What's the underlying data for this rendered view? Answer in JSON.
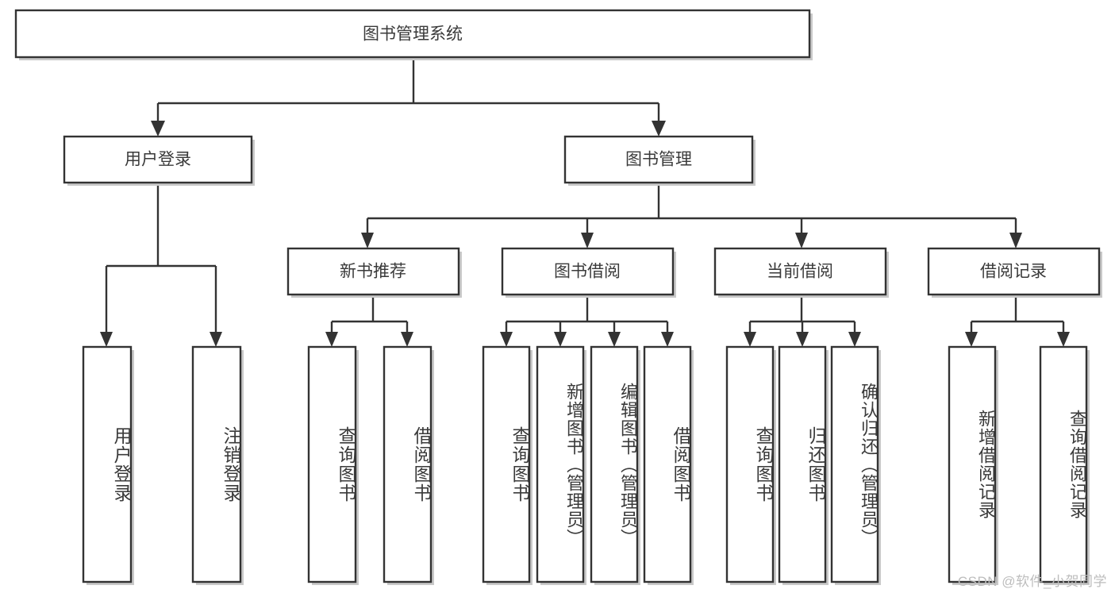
{
  "diagram": {
    "title": "图书管理系统",
    "type": "tree-hierarchy",
    "accent_color": "#333333",
    "box_fill": "#ffffff",
    "text_color": "#3a3a3a",
    "root": {
      "id": "root",
      "label": "图书管理系统",
      "orientation": "horizontal"
    },
    "level2": [
      {
        "id": "user-login",
        "label": "用户登录",
        "orientation": "horizontal"
      },
      {
        "id": "book-manage",
        "label": "图书管理",
        "orientation": "horizontal"
      }
    ],
    "level3": [
      {
        "id": "new-book-recommend",
        "label": "新书推荐",
        "orientation": "horizontal",
        "parent": "book-manage"
      },
      {
        "id": "book-borrow",
        "label": "图书借阅",
        "orientation": "horizontal",
        "parent": "book-manage"
      },
      {
        "id": "current-borrow",
        "label": "当前借阅",
        "orientation": "horizontal",
        "parent": "book-manage"
      },
      {
        "id": "borrow-record",
        "label": "借阅记录",
        "orientation": "horizontal",
        "parent": "book-manage"
      }
    ],
    "leaves": [
      {
        "id": "leaf-user-login",
        "label": "用户登录",
        "parent": "user-login",
        "orientation": "vertical"
      },
      {
        "id": "leaf-user-logout",
        "label": "注销登录",
        "parent": "user-login",
        "orientation": "vertical"
      },
      {
        "id": "leaf-query-book-1",
        "label": "查询图书",
        "parent": "new-book-recommend",
        "orientation": "vertical"
      },
      {
        "id": "leaf-borrow-book-1",
        "label": "借阅图书",
        "parent": "new-book-recommend",
        "orientation": "vertical"
      },
      {
        "id": "leaf-query-book-2",
        "label": "查询图书",
        "parent": "book-borrow",
        "orientation": "vertical"
      },
      {
        "id": "leaf-add-book",
        "label": "新增图书（管理员）",
        "parent": "book-borrow",
        "orientation": "vertical"
      },
      {
        "id": "leaf-edit-book",
        "label": "编辑图书（管理员）",
        "parent": "book-borrow",
        "orientation": "vertical"
      },
      {
        "id": "leaf-borrow-book-2",
        "label": "借阅图书",
        "parent": "book-borrow",
        "orientation": "vertical"
      },
      {
        "id": "leaf-query-book-3",
        "label": "查询图书",
        "parent": "current-borrow",
        "orientation": "vertical"
      },
      {
        "id": "leaf-return-book",
        "label": "归还图书",
        "parent": "current-borrow",
        "orientation": "vertical"
      },
      {
        "id": "leaf-confirm-return",
        "label": "确认归还（管理员）",
        "parent": "current-borrow",
        "orientation": "vertical"
      },
      {
        "id": "leaf-add-record",
        "label": "新增借阅记录",
        "parent": "borrow-record",
        "orientation": "vertical"
      },
      {
        "id": "leaf-query-record",
        "label": "查询借阅记录",
        "parent": "borrow-record",
        "orientation": "vertical"
      }
    ]
  },
  "watermark": {
    "text": "CSDN @软件_小贺同学"
  }
}
